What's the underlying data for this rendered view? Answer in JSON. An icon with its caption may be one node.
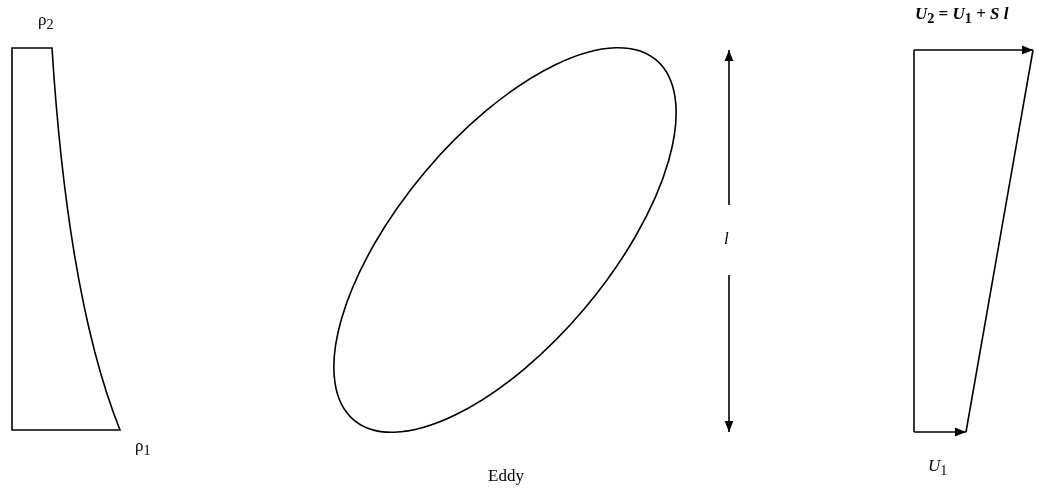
{
  "diagram": {
    "nodes": [
      {
        "text": [],
        "shape": "ellipse",
        "beside": [
          "Eddy"
        ]
      }
    ],
    "labels": [
      "ρ$_{2}$",
      "ρ$_{1}$",
      "l",
      "*U*$_{2}$ = *U*$_{1}$ + *S l*",
      "*U*$_{1}$"
    ]
  }
}
